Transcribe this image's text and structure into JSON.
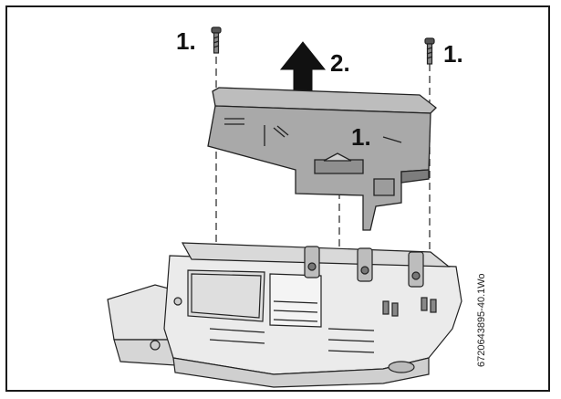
{
  "labels": {
    "screw_left": "1.",
    "screw_right": "1.",
    "screw_center": "1.",
    "lift": "2."
  },
  "document_id": "6720643895-40.1Wo",
  "colors": {
    "frame": "#1a1a1a",
    "cover_fill": "#a9a9a9",
    "cover_dark": "#7d7d7d",
    "base_fill": "#e6e6e6",
    "line": "#222222",
    "arrow": "#111111"
  }
}
